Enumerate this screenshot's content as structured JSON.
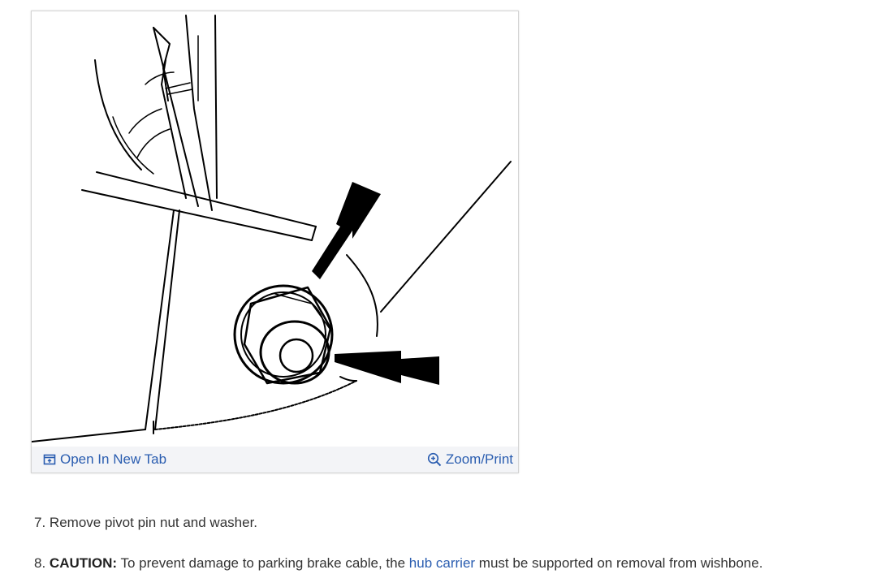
{
  "figure": {
    "toolbar": {
      "open_new_tab_label": "Open In New Tab",
      "zoom_print_label": "Zoom/Print"
    }
  },
  "steps": [
    {
      "number": "7.",
      "text": "Remove pivot pin nut and washer."
    },
    {
      "number": "8.",
      "caution_label": "CAUTION:",
      "text_before_link": "To prevent damage to parking brake cable, the",
      "link_text": "hub carrier",
      "text_after_link": "must be supported on removal from wishbone."
    }
  ],
  "colors": {
    "link": "#2a5db0",
    "text": "#333333",
    "toolbar_bg": "#f3f4f7",
    "frame_border": "#d4d4d4"
  }
}
